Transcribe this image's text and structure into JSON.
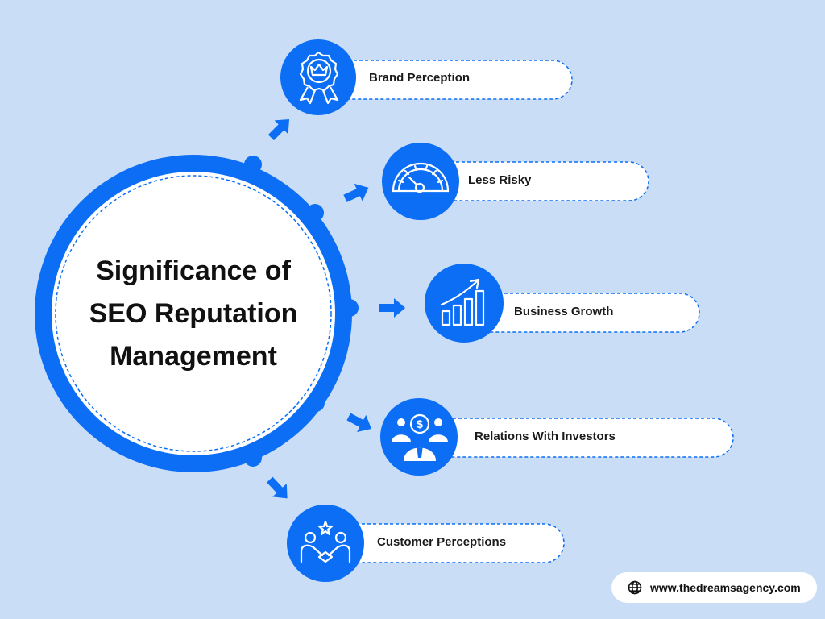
{
  "center": {
    "title_lines": [
      "Significance of",
      "SEO Reputation",
      "Management"
    ]
  },
  "items": [
    {
      "label": "Brand Perception",
      "icon": "award-badge-icon"
    },
    {
      "label": "Less Risky",
      "icon": "gauge-icon"
    },
    {
      "label": "Business Growth",
      "icon": "growth-chart-icon"
    },
    {
      "label": "Relations With Investors",
      "icon": "investors-icon"
    },
    {
      "label": "Customer Perceptions",
      "icon": "handshake-star-icon"
    }
  ],
  "footer": {
    "website": "www.thedreamsagency.com",
    "icon": "globe-icon"
  },
  "colors": {
    "background": "#c9ddf7",
    "accent": "#0b6ef5",
    "pill": "#ffffff",
    "text": "#111111"
  }
}
